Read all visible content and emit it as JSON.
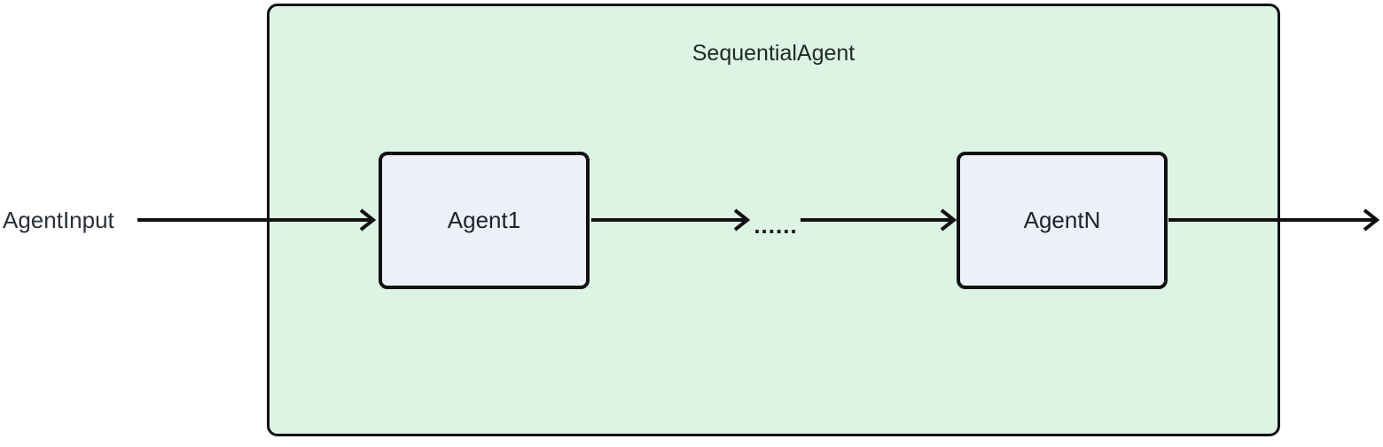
{
  "diagram": {
    "container": {
      "label": "SequentialAgent"
    },
    "input_label": "AgentInput",
    "nodes": [
      {
        "label": "Agent1"
      },
      {
        "label": "AgentN"
      }
    ],
    "ellipsis_label": "......",
    "edges": [
      {
        "name": "input-to-agent1"
      },
      {
        "name": "agent1-to-ellipsis"
      },
      {
        "name": "ellipsis-to-agentn"
      },
      {
        "name": "agentn-to-output"
      }
    ],
    "colors": {
      "canvas_background": "#ffffff",
      "container_fill": "#ddf3e4",
      "container_border": "#111111",
      "node_fill": "#edf0fa",
      "node_border": "#111111",
      "arrow": "#111111",
      "text": "#1d2228"
    }
  }
}
